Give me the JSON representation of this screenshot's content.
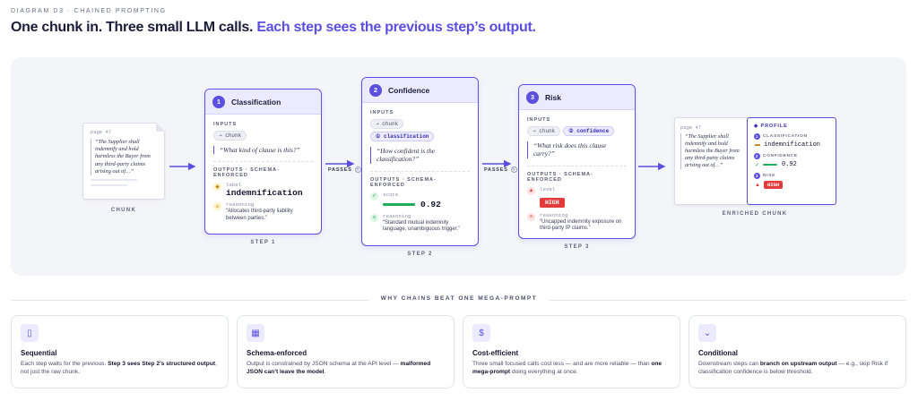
{
  "header": {
    "eyebrow": "DIAGRAM D3 · CHAINED PROMPTING",
    "title_main": "One chunk in. Three small LLM calls.",
    "title_accent": "Each step sees the previous step’s output."
  },
  "chunk": {
    "page": "page 47",
    "quote": "“The Supplier shall indemnify and hold harmless the Buyer from any third-party claims arising out of…”",
    "caption": "CHUNK"
  },
  "passes_label": "PASSES",
  "passes_help": "?",
  "steps": [
    {
      "num": "1",
      "title": "Classification",
      "inputs_label": "INPUTS",
      "inputs": [
        "chunk"
      ],
      "prompt": "“What kind of clause is this?”",
      "outputs_label": "OUTPUTS · SCHEMA-ENFORCED",
      "out1_key": "label",
      "out1_value": "indemnification",
      "out2_key": "reasoning",
      "out2_value": "“Allocates third-party liability between parties.”",
      "caption": "STEP 1"
    },
    {
      "num": "2",
      "title": "Confidence",
      "inputs_label": "INPUTS",
      "inputs": [
        "chunk",
        "classification"
      ],
      "prompt": "“How confident is the classification?”",
      "outputs_label": "OUTPUTS · SCHEMA-ENFORCED",
      "out1_key": "score",
      "out1_value": "0.92",
      "out2_key": "reasoning",
      "out2_value": "“Standard mutual indemnity language, unambiguous trigger.”",
      "caption": "STEP 2"
    },
    {
      "num": "3",
      "title": "Risk",
      "inputs_label": "INPUTS",
      "inputs": [
        "chunk",
        "confidence"
      ],
      "prompt": "“What risk does this clause carry?”",
      "outputs_label": "OUTPUTS · SCHEMA-ENFORCED",
      "out1_key": "level",
      "out1_value": "HIGH",
      "out2_key": "reasoning",
      "out2_value": "“Uncapped indemnity exposure on third-party IP claims.”",
      "caption": "STEP 3"
    }
  ],
  "enriched": {
    "page": "page 47",
    "quote": "“The Supplier shall indemnify and hold harmless the Buyer from any third-party claims arising out of…”",
    "profile_label": "◆ PROFILE",
    "rows": [
      {
        "num": "1",
        "key": "CLASSIFICATION",
        "value": "indemnification"
      },
      {
        "num": "2",
        "key": "CONFIDENCE",
        "value": "0.92"
      },
      {
        "num": "3",
        "key": "RISK",
        "value": "HIGH"
      }
    ],
    "caption": "ENRICHED CHUNK"
  },
  "why": {
    "label": "WHY CHAINS BEAT ONE MEGA-PROMPT",
    "cards": [
      {
        "icon": "▯",
        "title": "Sequential",
        "pre": "Each step waits for the previous. ",
        "bold": "Step 3 sees Step 2’s structured output",
        "post": ", not just the raw chunk."
      },
      {
        "icon": "▦",
        "title": "Schema-enforced",
        "pre": "Output is constrained by JSON schema at the API level — ",
        "bold": "malformed JSON can’t leave the model",
        "post": "."
      },
      {
        "icon": "$",
        "title": "Cost-efficient",
        "pre": "Three small focused calls cost less — and are more reliable — than ",
        "bold": "one mega-prompt",
        "post": " doing everything at once."
      },
      {
        "icon": "⌄",
        "title": "Conditional",
        "pre": "Downstream steps can ",
        "bold": "branch on upstream output",
        "post": " — e.g., skip Risk if classification confidence is below threshold."
      }
    ]
  },
  "colors": {
    "accent": "#5b4ee0",
    "success": "#1fae5b",
    "danger": "#e23b3b"
  }
}
